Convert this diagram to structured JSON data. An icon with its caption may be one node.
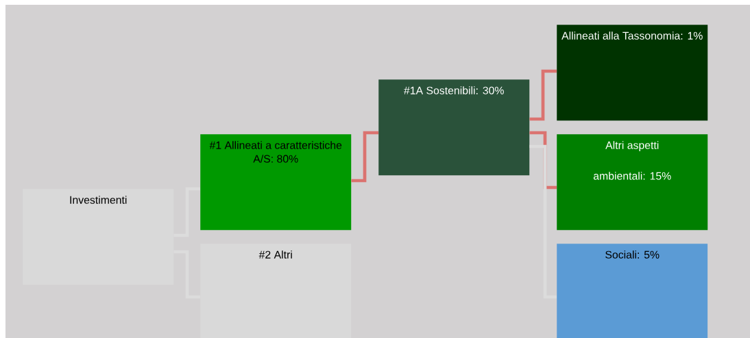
{
  "diagram": {
    "nodes": [
      {
        "text": [
          "Investimenti"
        ]
      },
      {
        "text": [
          "#1 Allineati a caratteristiche A/S: 80%"
        ]
      },
      {
        "text": [
          "#2 Altri"
        ]
      },
      {
        "text": [
          "#1A Sostenibili: 30%"
        ]
      },
      {
        "text": [
          "Allineati alla Tassonomia: 1%"
        ]
      },
      {
        "text": [
          "Altri aspetti",
          "ambientali: 15%"
        ]
      },
      {
        "text": [
          "Sociali: 5%"
        ]
      }
    ],
    "edges": [
      {
        "from": 0,
        "to": 1,
        "arrow": "none",
        "color": "#dcdcdc"
      },
      {
        "from": 0,
        "to": 2,
        "arrow": "none",
        "color": "#dcdcdc"
      },
      {
        "from": 1,
        "to": 3,
        "arrow": "none",
        "color": "#db7370"
      },
      {
        "from": 3,
        "to": 4,
        "arrow": "none",
        "color": "#db7370"
      },
      {
        "from": 3,
        "to": 5,
        "arrow": "none",
        "color": "#db7370"
      },
      {
        "from": 3,
        "to": 6,
        "arrow": "none",
        "color": "#dcdcdc"
      }
    ]
  }
}
